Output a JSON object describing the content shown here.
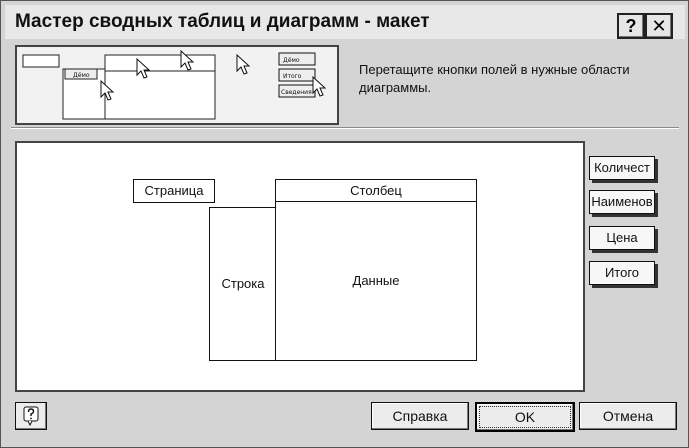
{
  "window": {
    "title": "Мастер сводных таблиц и диаграмм - макет",
    "help_glyph": "?",
    "close_glyph": "✕"
  },
  "instruction": "Перетащите кнопки полей в нужные области диаграммы.",
  "preview": {
    "field_labels": [
      "Дёмо",
      "Итого",
      "Сведения"
    ]
  },
  "layout": {
    "zones": {
      "page": "Страница",
      "column": "Столбец",
      "row": "Строка",
      "data": "Данные"
    }
  },
  "fields": [
    {
      "label": "Количест"
    },
    {
      "label": "Наименов"
    },
    {
      "label": "Цена"
    },
    {
      "label": "Итого"
    }
  ],
  "buttons": {
    "help": "Справка",
    "ok": "OK",
    "cancel": "Отмена"
  },
  "colors": {
    "dialog_bg": "#d4d4d4",
    "area_bg": "#ffffff",
    "border": "#111111"
  }
}
